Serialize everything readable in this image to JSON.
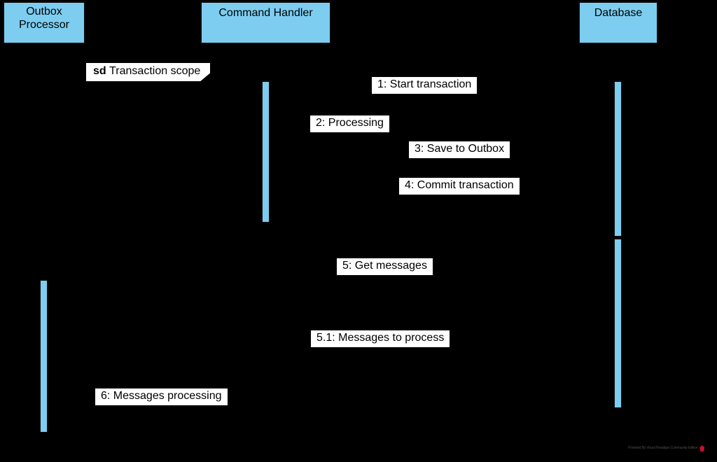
{
  "diagram": {
    "type": "uml-sequence-diagram",
    "background_color": "#000000",
    "lifeline_fill": "#7DCDF0",
    "line_color": "#000000",
    "label_background": "#FFFFFF"
  },
  "lifelines": [
    {
      "id": "outbox",
      "name": "Outbox\nProcessor",
      "line1": "Outbox",
      "line2": "Processor"
    },
    {
      "id": "handler",
      "name": "Command Handler",
      "line1": "Command Handler",
      "line2": ""
    },
    {
      "id": "database",
      "name": "Database",
      "line1": "Database",
      "line2": ""
    }
  ],
  "fragment": {
    "keyword": "sd",
    "label": "Transaction scope"
  },
  "messages": [
    {
      "number": "1",
      "text": "1: Start transaction",
      "from": "handler",
      "to": "database",
      "direction": "right",
      "style": "solid"
    },
    {
      "number": "2",
      "text": "2: Processing",
      "from": "handler",
      "to": "handler",
      "direction": "self",
      "style": "solid"
    },
    {
      "number": "3",
      "text": "3: Save to Outbox",
      "from": "handler",
      "to": "database",
      "direction": "right",
      "style": "solid"
    },
    {
      "number": "4",
      "text": "4: Commit transaction",
      "from": "handler",
      "to": "database",
      "direction": "right",
      "style": "solid"
    },
    {
      "number": "5",
      "text": "5: Get messages",
      "from": "outbox",
      "to": "database",
      "direction": "right",
      "style": "solid"
    },
    {
      "number": "5.1",
      "text": "5.1: Messages to process",
      "from": "database",
      "to": "outbox",
      "direction": "left",
      "style": "dashed"
    },
    {
      "number": "6",
      "text": "6: Messages processing",
      "from": "outbox",
      "to": "outbox",
      "direction": "self",
      "style": "solid"
    }
  ],
  "watermark": {
    "text": "Powered By Visual Paradigm Community Edition",
    "logo_color": "#C8102E"
  }
}
